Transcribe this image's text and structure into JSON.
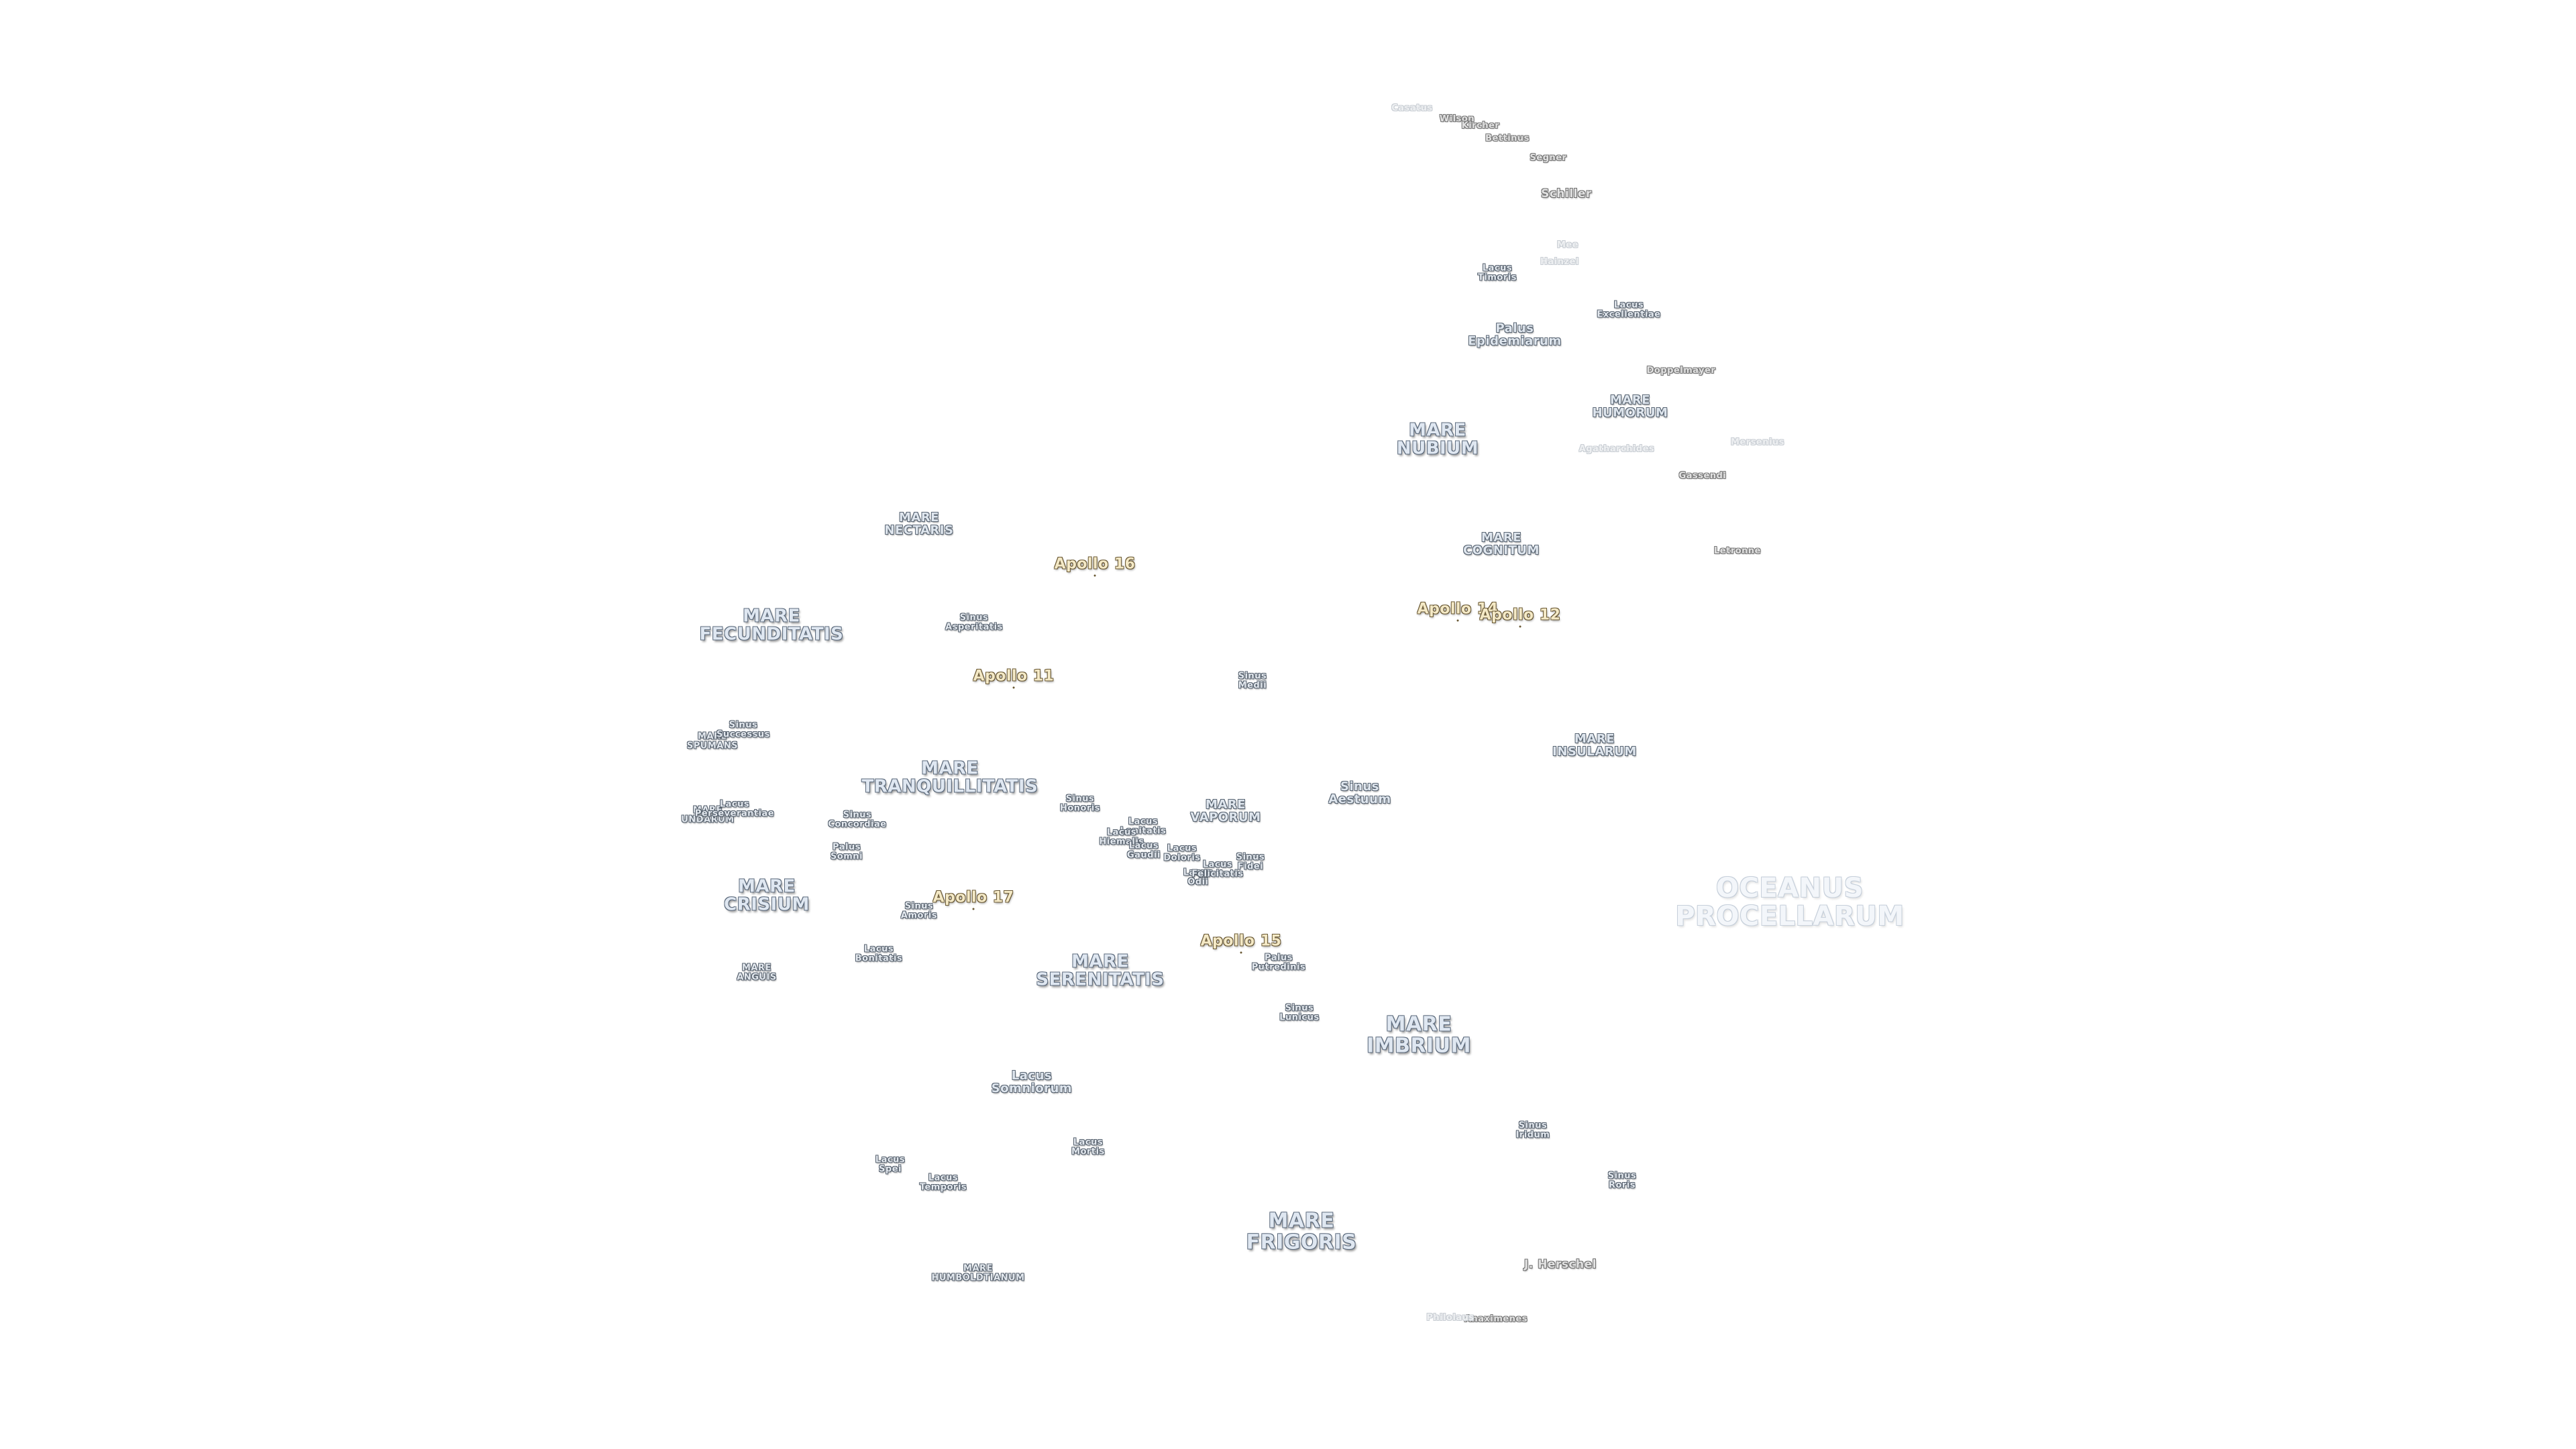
{
  "map": {
    "ocean": {
      "lines": [
        "OCEANUS",
        "PROCELLARUM"
      ]
    },
    "maria": [
      {
        "id": "mare-nectaris",
        "lines": [
          "MARE",
          "NECTARIS"
        ],
        "size": "mid"
      },
      {
        "id": "mare-fecunditatis",
        "lines": [
          "MARE",
          "FECUNDITATIS"
        ],
        "size": "mare"
      },
      {
        "id": "mare-tranquillitatis",
        "lines": [
          "MARE",
          "TRANQUILLITATIS"
        ],
        "size": "mare"
      },
      {
        "id": "mare-crisium",
        "lines": [
          "MARE",
          "CRISIUM"
        ],
        "size": "mare"
      },
      {
        "id": "mare-serenitatis",
        "lines": [
          "MARE",
          "SERENITATIS"
        ],
        "size": "mare"
      },
      {
        "id": "mare-imbrium",
        "lines": [
          "MARE",
          "IMBRIUM"
        ],
        "size": "mare-lg"
      },
      {
        "id": "mare-frigoris",
        "lines": [
          "MARE",
          "FRIGORIS"
        ],
        "size": "mare-lg"
      },
      {
        "id": "mare-nubium",
        "lines": [
          "MARE",
          "NUBIUM"
        ],
        "size": "mare"
      },
      {
        "id": "mare-humorum",
        "lines": [
          "MARE",
          "HUMORUM"
        ],
        "size": "mid"
      },
      {
        "id": "mare-cognitum",
        "lines": [
          "MARE",
          "COGNITUM"
        ],
        "size": "mid"
      },
      {
        "id": "mare-insularum",
        "lines": [
          "MARE",
          "INSULARUM"
        ],
        "size": "mid"
      },
      {
        "id": "mare-vaporum",
        "lines": [
          "MARE",
          "VAPORUM"
        ],
        "size": "mid"
      },
      {
        "id": "mare-humboldtianum",
        "lines": [
          "MARE",
          "HUMBOLDTIANUM"
        ],
        "size": "small"
      },
      {
        "id": "mare-anguis",
        "lines": [
          "MARE",
          "ANGUIS"
        ],
        "size": "small"
      },
      {
        "id": "mare-undarum",
        "lines": [
          "MARE",
          "UNDARUM"
        ],
        "size": "small"
      },
      {
        "id": "mare-spumans",
        "lines": [
          "MARE",
          "SPUMANS"
        ],
        "size": "small"
      }
    ],
    "features": [
      {
        "id": "sinus-asperitatis",
        "lines": [
          "Sinus",
          "Asperitatis"
        ],
        "size": "small"
      },
      {
        "id": "sinus-medii",
        "lines": [
          "Sinus",
          "Medii"
        ],
        "size": "small"
      },
      {
        "id": "sinus-aestuum",
        "lines": [
          "Sinus",
          "Aestuum"
        ],
        "size": "mid"
      },
      {
        "id": "sinus-successus",
        "lines": [
          "Sinus",
          "Successus"
        ],
        "size": "small"
      },
      {
        "id": "lacus-perseverantiae",
        "lines": [
          "Lacus",
          "Perseverantiae"
        ],
        "size": "small"
      },
      {
        "id": "sinus-concordiae",
        "lines": [
          "Sinus",
          "Concordiae"
        ],
        "size": "small"
      },
      {
        "id": "palus-somni",
        "lines": [
          "Palus",
          "Somni"
        ],
        "size": "small"
      },
      {
        "id": "sinus-amoris",
        "lines": [
          "Sinus",
          "Amoris"
        ],
        "size": "small"
      },
      {
        "id": "lacus-bonitatis",
        "lines": [
          "Lacus",
          "Bonitatis"
        ],
        "size": "small"
      },
      {
        "id": "sinus-honoris",
        "lines": [
          "Sinus",
          "Honoris"
        ],
        "size": "small"
      },
      {
        "id": "lacus-lenitatis",
        "lines": [
          "Lacus",
          "Lenitatis"
        ],
        "size": "small"
      },
      {
        "id": "lacus-hiemalis",
        "lines": [
          "Lacus",
          "Hiemalis"
        ],
        "size": "small"
      },
      {
        "id": "lacus-gaudii",
        "lines": [
          "Lacus",
          "Gaudii"
        ],
        "size": "small"
      },
      {
        "id": "lacus-doloris",
        "lines": [
          "Lacus",
          "Doloris"
        ],
        "size": "small"
      },
      {
        "id": "lacus-odii",
        "lines": [
          "Lacus",
          "Odii"
        ],
        "size": "small"
      },
      {
        "id": "lacus-felicitatis",
        "lines": [
          "Lacus",
          "Felicitatis"
        ],
        "size": "small"
      },
      {
        "id": "sinus-fidei",
        "lines": [
          "Sinus",
          "Fidei"
        ],
        "size": "small"
      },
      {
        "id": "palus-putredinis",
        "lines": [
          "Palus",
          "Putredinis"
        ],
        "size": "small"
      },
      {
        "id": "sinus-lunicus",
        "lines": [
          "Sinus",
          "Lunicus"
        ],
        "size": "small"
      },
      {
        "id": "lacus-somniorum",
        "lines": [
          "Lacus",
          "Somniorum"
        ],
        "size": "mid"
      },
      {
        "id": "lacus-mortis",
        "lines": [
          "Lacus",
          "Mortis"
        ],
        "size": "small"
      },
      {
        "id": "lacus-spei",
        "lines": [
          "Lacus",
          "Spei"
        ],
        "size": "small"
      },
      {
        "id": "lacus-temporis",
        "lines": [
          "Lacus",
          "Temporis"
        ],
        "size": "small"
      },
      {
        "id": "sinus-iridum",
        "lines": [
          "Sinus",
          "Iridum"
        ],
        "size": "small"
      },
      {
        "id": "sinus-roris",
        "lines": [
          "Sinus",
          "Roris"
        ],
        "size": "small"
      },
      {
        "id": "lacus-timoris",
        "lines": [
          "Lacus",
          "Timoris"
        ],
        "size": "small"
      },
      {
        "id": "palus-epidemiarum",
        "lines": [
          "Palus",
          "Epidemiarum"
        ],
        "size": "mid"
      },
      {
        "id": "lacus-excellentiae",
        "lines": [
          "Lacus",
          "Excellentiae"
        ],
        "size": "small"
      }
    ],
    "craters": [
      {
        "id": "crater-schiller",
        "lines": [
          "Schiller"
        ],
        "size": "crater"
      },
      {
        "id": "crater-gassendi",
        "lines": [
          "Gassendi"
        ],
        "size": "crater-sm"
      },
      {
        "id": "crater-letronne",
        "lines": [
          "Letronne"
        ],
        "size": "crater-sm"
      },
      {
        "id": "crater-j-herschel",
        "lines": [
          "J. Herschel"
        ],
        "size": "crater"
      },
      {
        "id": "crater-anaximenes",
        "lines": [
          "Anaximenes"
        ],
        "size": "crater-sm"
      },
      {
        "id": "crater-doppelmayer",
        "lines": [
          "Doppelmayer"
        ],
        "size": "crater-sm"
      },
      {
        "id": "crater-wilson",
        "lines": [
          "Wilson"
        ],
        "size": "crater-sm"
      },
      {
        "id": "crater-kircher",
        "lines": [
          "Kircher"
        ],
        "size": "crater-sm"
      },
      {
        "id": "crater-bettinus",
        "lines": [
          "Bettinus"
        ],
        "size": "crater-sm"
      },
      {
        "id": "crater-segner",
        "lines": [
          "Segner"
        ],
        "size": "crater-sm"
      },
      {
        "id": "crater-mee",
        "lines": [
          "Mee"
        ],
        "size": "faint"
      },
      {
        "id": "crater-hainzel",
        "lines": [
          "Hainzel"
        ],
        "size": "faint"
      },
      {
        "id": "crater-casatus",
        "lines": [
          "Casatus"
        ],
        "size": "faint"
      },
      {
        "id": "crater-agatharchides",
        "lines": [
          "Agatharchides"
        ],
        "size": "faint"
      },
      {
        "id": "crater-mersenius",
        "lines": [
          "Mersenius"
        ],
        "size": "faint"
      },
      {
        "id": "crater-philolaus",
        "lines": [
          "Philolaus"
        ],
        "size": "faint"
      }
    ],
    "apollo_sites": [
      {
        "id": "apollo-16",
        "lines": [
          "Apollo 16"
        ]
      },
      {
        "id": "apollo-11",
        "lines": [
          "Apollo 11"
        ]
      },
      {
        "id": "apollo-14",
        "lines": [
          "Apollo 14"
        ]
      },
      {
        "id": "apollo-12",
        "lines": [
          "Apollo 12"
        ]
      },
      {
        "id": "apollo-17",
        "lines": [
          "Apollo 17"
        ]
      },
      {
        "id": "apollo-15",
        "lines": [
          "Apollo 15"
        ]
      }
    ]
  }
}
